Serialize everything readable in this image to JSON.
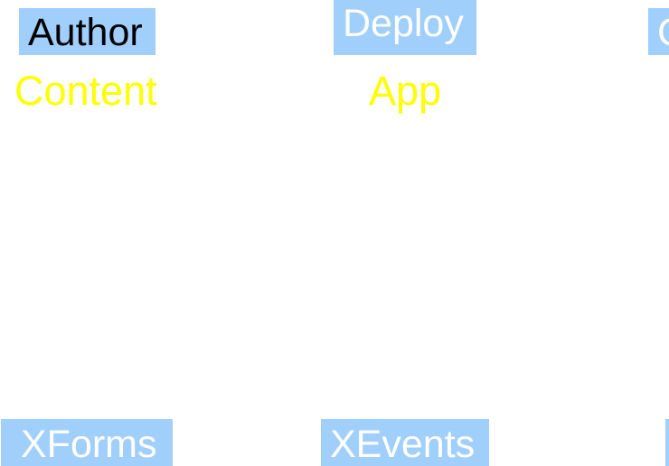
{
  "nodes": {
    "author": "Author",
    "deploy": "Deploy",
    "right_top_partial": "C",
    "xforms": "XForms",
    "xevents": "XEvents"
  },
  "labels": {
    "content": "Content",
    "app": "App"
  },
  "colors": {
    "node_fill": "#a1cffb",
    "label_text": "#ffff00",
    "node_text_dark": "#000000",
    "node_text_light": "#ffffff",
    "background": "#ffffff"
  }
}
